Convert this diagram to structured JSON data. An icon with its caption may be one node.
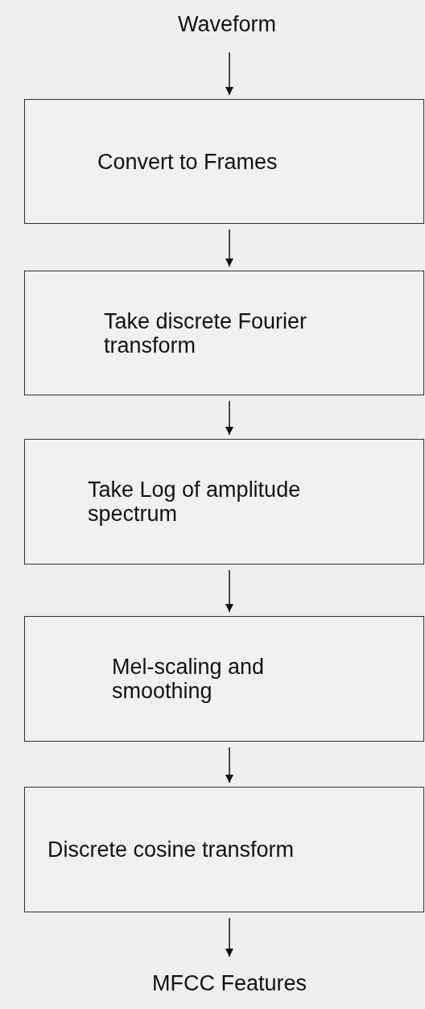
{
  "diagram": {
    "nodes": [
      {
        "text": [
          "Waveform"
        ]
      },
      {
        "text": [
          "Convert to Frames"
        ]
      },
      {
        "text": [
          "Take discrete Fourier transform"
        ]
      },
      {
        "text": [
          "Take Log of amplitude spectrum"
        ]
      },
      {
        "text": [
          "Mel-scaling and smoothing"
        ]
      },
      {
        "text": [
          "Discrete cosine transform"
        ]
      },
      {
        "text": [
          "MFCC Features"
        ]
      }
    ],
    "edges": [
      {
        "from": 0,
        "to": 1,
        "arrow": "to"
      },
      {
        "from": 1,
        "to": 2,
        "arrow": "to"
      },
      {
        "from": 2,
        "to": 3,
        "arrow": "to"
      },
      {
        "from": 3,
        "to": 4,
        "arrow": "to"
      },
      {
        "from": 4,
        "to": 5,
        "arrow": "to"
      },
      {
        "from": 5,
        "to": 6,
        "arrow": "to"
      }
    ]
  }
}
